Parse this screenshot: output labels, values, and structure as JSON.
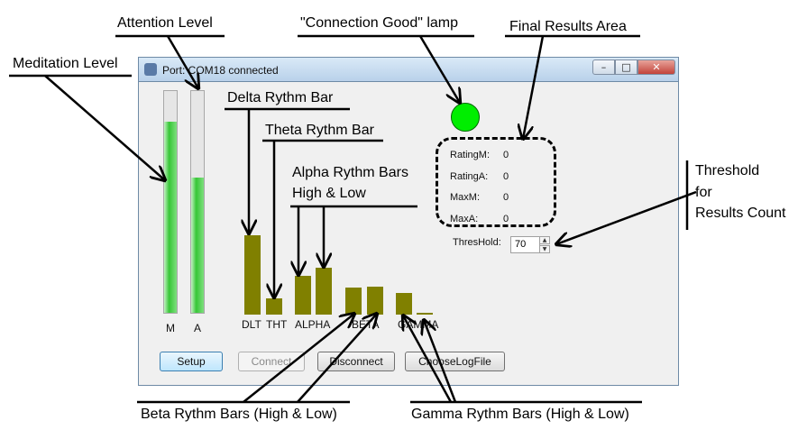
{
  "window": {
    "title": "Port: COM18 connected",
    "controls": [
      "–",
      "□",
      "✕"
    ]
  },
  "meters": [
    {
      "label": "M",
      "level": 0.86
    },
    {
      "label": "A",
      "level": 0.61
    }
  ],
  "bar_colors": {
    "bars": "#808000",
    "meter": "#37c637",
    "lamp": "#00ee00"
  },
  "chart_data": {
    "type": "bar",
    "categories": [
      "DLT",
      "THT",
      "ALPHA",
      "BETA",
      "GAMMA"
    ],
    "series": [
      {
        "values": [
          88,
          18,
          43,
          52,
          30,
          31,
          24,
          2
        ]
      }
    ],
    "bar_groups": [
      "DLT",
      "THT",
      "ALPHA",
      "ALPHA",
      "BETA",
      "BETA",
      "GAMMA",
      "GAMMA"
    ]
  },
  "results": {
    "items": [
      {
        "label": "RatingM:",
        "value": "0"
      },
      {
        "label": "RatingA:",
        "value": "0"
      },
      {
        "label": "MaxM:",
        "value": "0"
      },
      {
        "label": "MaxA:",
        "value": "0"
      }
    ],
    "threshold_label": "ThresHold:",
    "threshold_value": "70"
  },
  "buttons": {
    "setup": "Setup",
    "connect": "Connect",
    "disconnect": "Disconnect",
    "log": "ChooseLogFile"
  },
  "annotations": {
    "attention": "Attention Level",
    "meditation": "Meditation Level",
    "lamp": "\"Connection Good\" lamp",
    "final": "Final Results Area",
    "delta": "Delta Rythm Bar",
    "theta": "Theta Rythm Bar",
    "alpha_1": "Alpha Rythm Bars",
    "alpha_2": "High & Low",
    "threshold_1": "Threshold",
    "threshold_2": "for",
    "threshold_3": "Results Count",
    "beta": "Beta Rythm Bars (High & Low)",
    "gamma": "Gamma Rythm Bars (High & Low)"
  }
}
